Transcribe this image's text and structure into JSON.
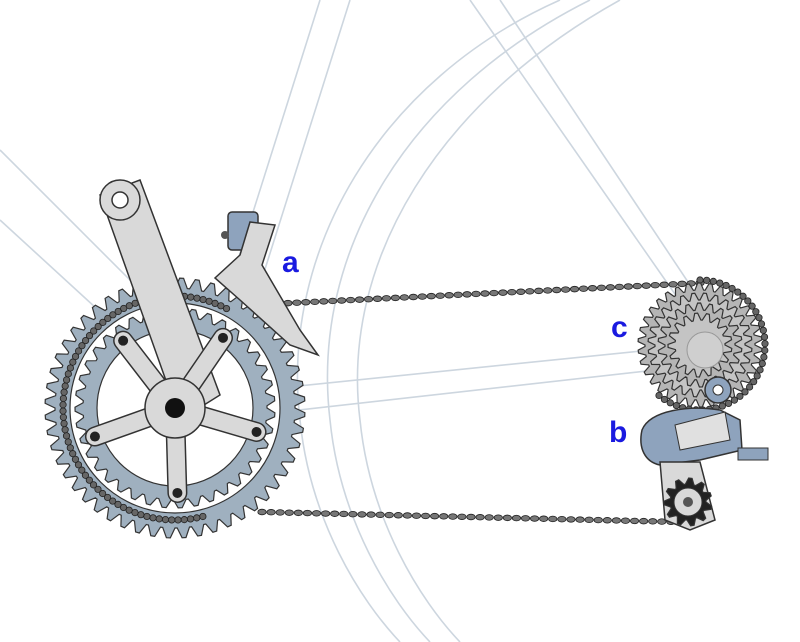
{
  "diagram": {
    "labels": {
      "a": "a",
      "b": "b",
      "c": "c"
    },
    "components": [
      "front-derailleur",
      "rear-derailleur",
      "cassette",
      "chainring",
      "crank",
      "chain"
    ]
  },
  "colors": {
    "label": "#1a1ae0",
    "frame_line": "#cdd6df",
    "chainring": "#9fb0bf",
    "crank": "#d9d9d9",
    "cassette": "#b5b5b5",
    "chain": "#555555",
    "derailleur_blue": "#8ea3bd"
  }
}
